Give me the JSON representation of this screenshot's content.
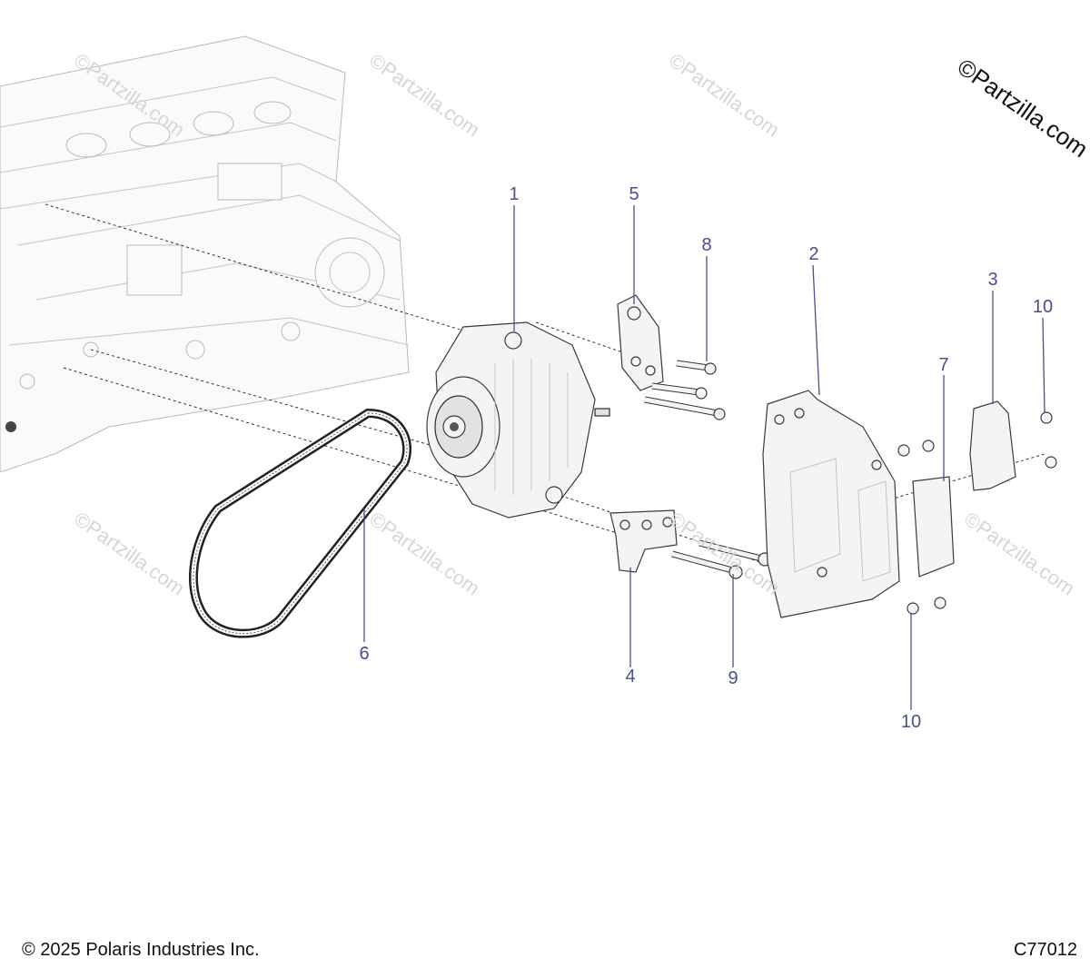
{
  "brand_mark": "©Partzilla.com",
  "watermark_text": "©Partzilla.com",
  "footer": {
    "copyright": "© 2025 Polaris Industries Inc.",
    "figure_code": "C77012"
  },
  "callouts": [
    {
      "id": "1",
      "label": "1"
    },
    {
      "id": "2",
      "label": "2"
    },
    {
      "id": "3",
      "label": "3"
    },
    {
      "id": "4",
      "label": "4"
    },
    {
      "id": "5",
      "label": "5"
    },
    {
      "id": "6",
      "label": "6"
    },
    {
      "id": "7",
      "label": "7"
    },
    {
      "id": "8",
      "label": "8"
    },
    {
      "id": "9",
      "label": "9"
    },
    {
      "id": "10a",
      "label": "10"
    },
    {
      "id": "10b",
      "label": "10"
    }
  ],
  "colors": {
    "callout": "#4a4f8c",
    "line_art": "#3a3a3a",
    "ghost_art": "#b9b9b9",
    "watermark": "#d6d6d6"
  }
}
